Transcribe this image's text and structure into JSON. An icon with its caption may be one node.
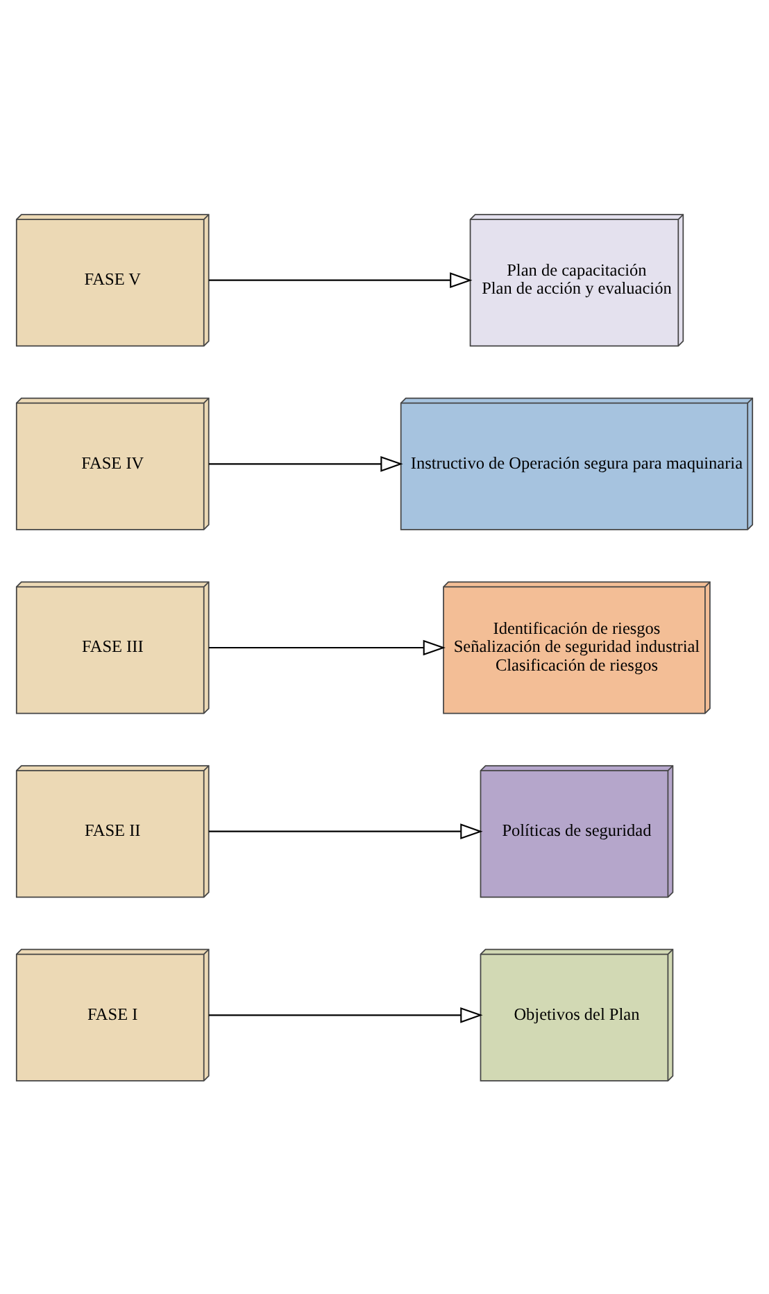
{
  "diagram": {
    "nodes": [
      {
        "text": [
          "FASE I"
        ]
      },
      {
        "text": [
          "Objetivos del Plan"
        ]
      },
      {
        "text": [
          "FASE II"
        ]
      },
      {
        "text": [
          "Políticas de seguridad"
        ]
      },
      {
        "text": [
          "FASE III"
        ]
      },
      {
        "text": [
          "Identificación de riesgos",
          "Señalización de seguridad industrial",
          "Clasificación de riesgos"
        ]
      },
      {
        "text": [
          "FASE IV"
        ]
      },
      {
        "text": [
          "Instructivo de Operación segura para maquinaria"
        ]
      },
      {
        "text": [
          "FASE V"
        ]
      },
      {
        "text": [
          "Plan de capacitación",
          "Plan de acción y evaluación"
        ]
      }
    ],
    "edges": [
      {
        "from": 0,
        "to": 1,
        "arrow": "to"
      },
      {
        "from": 2,
        "to": 3,
        "arrow": "to"
      },
      {
        "from": 4,
        "to": 5,
        "arrow": "to"
      },
      {
        "from": 6,
        "to": 7,
        "arrow": "to"
      },
      {
        "from": 8,
        "to": 9,
        "arrow": "to"
      }
    ]
  }
}
